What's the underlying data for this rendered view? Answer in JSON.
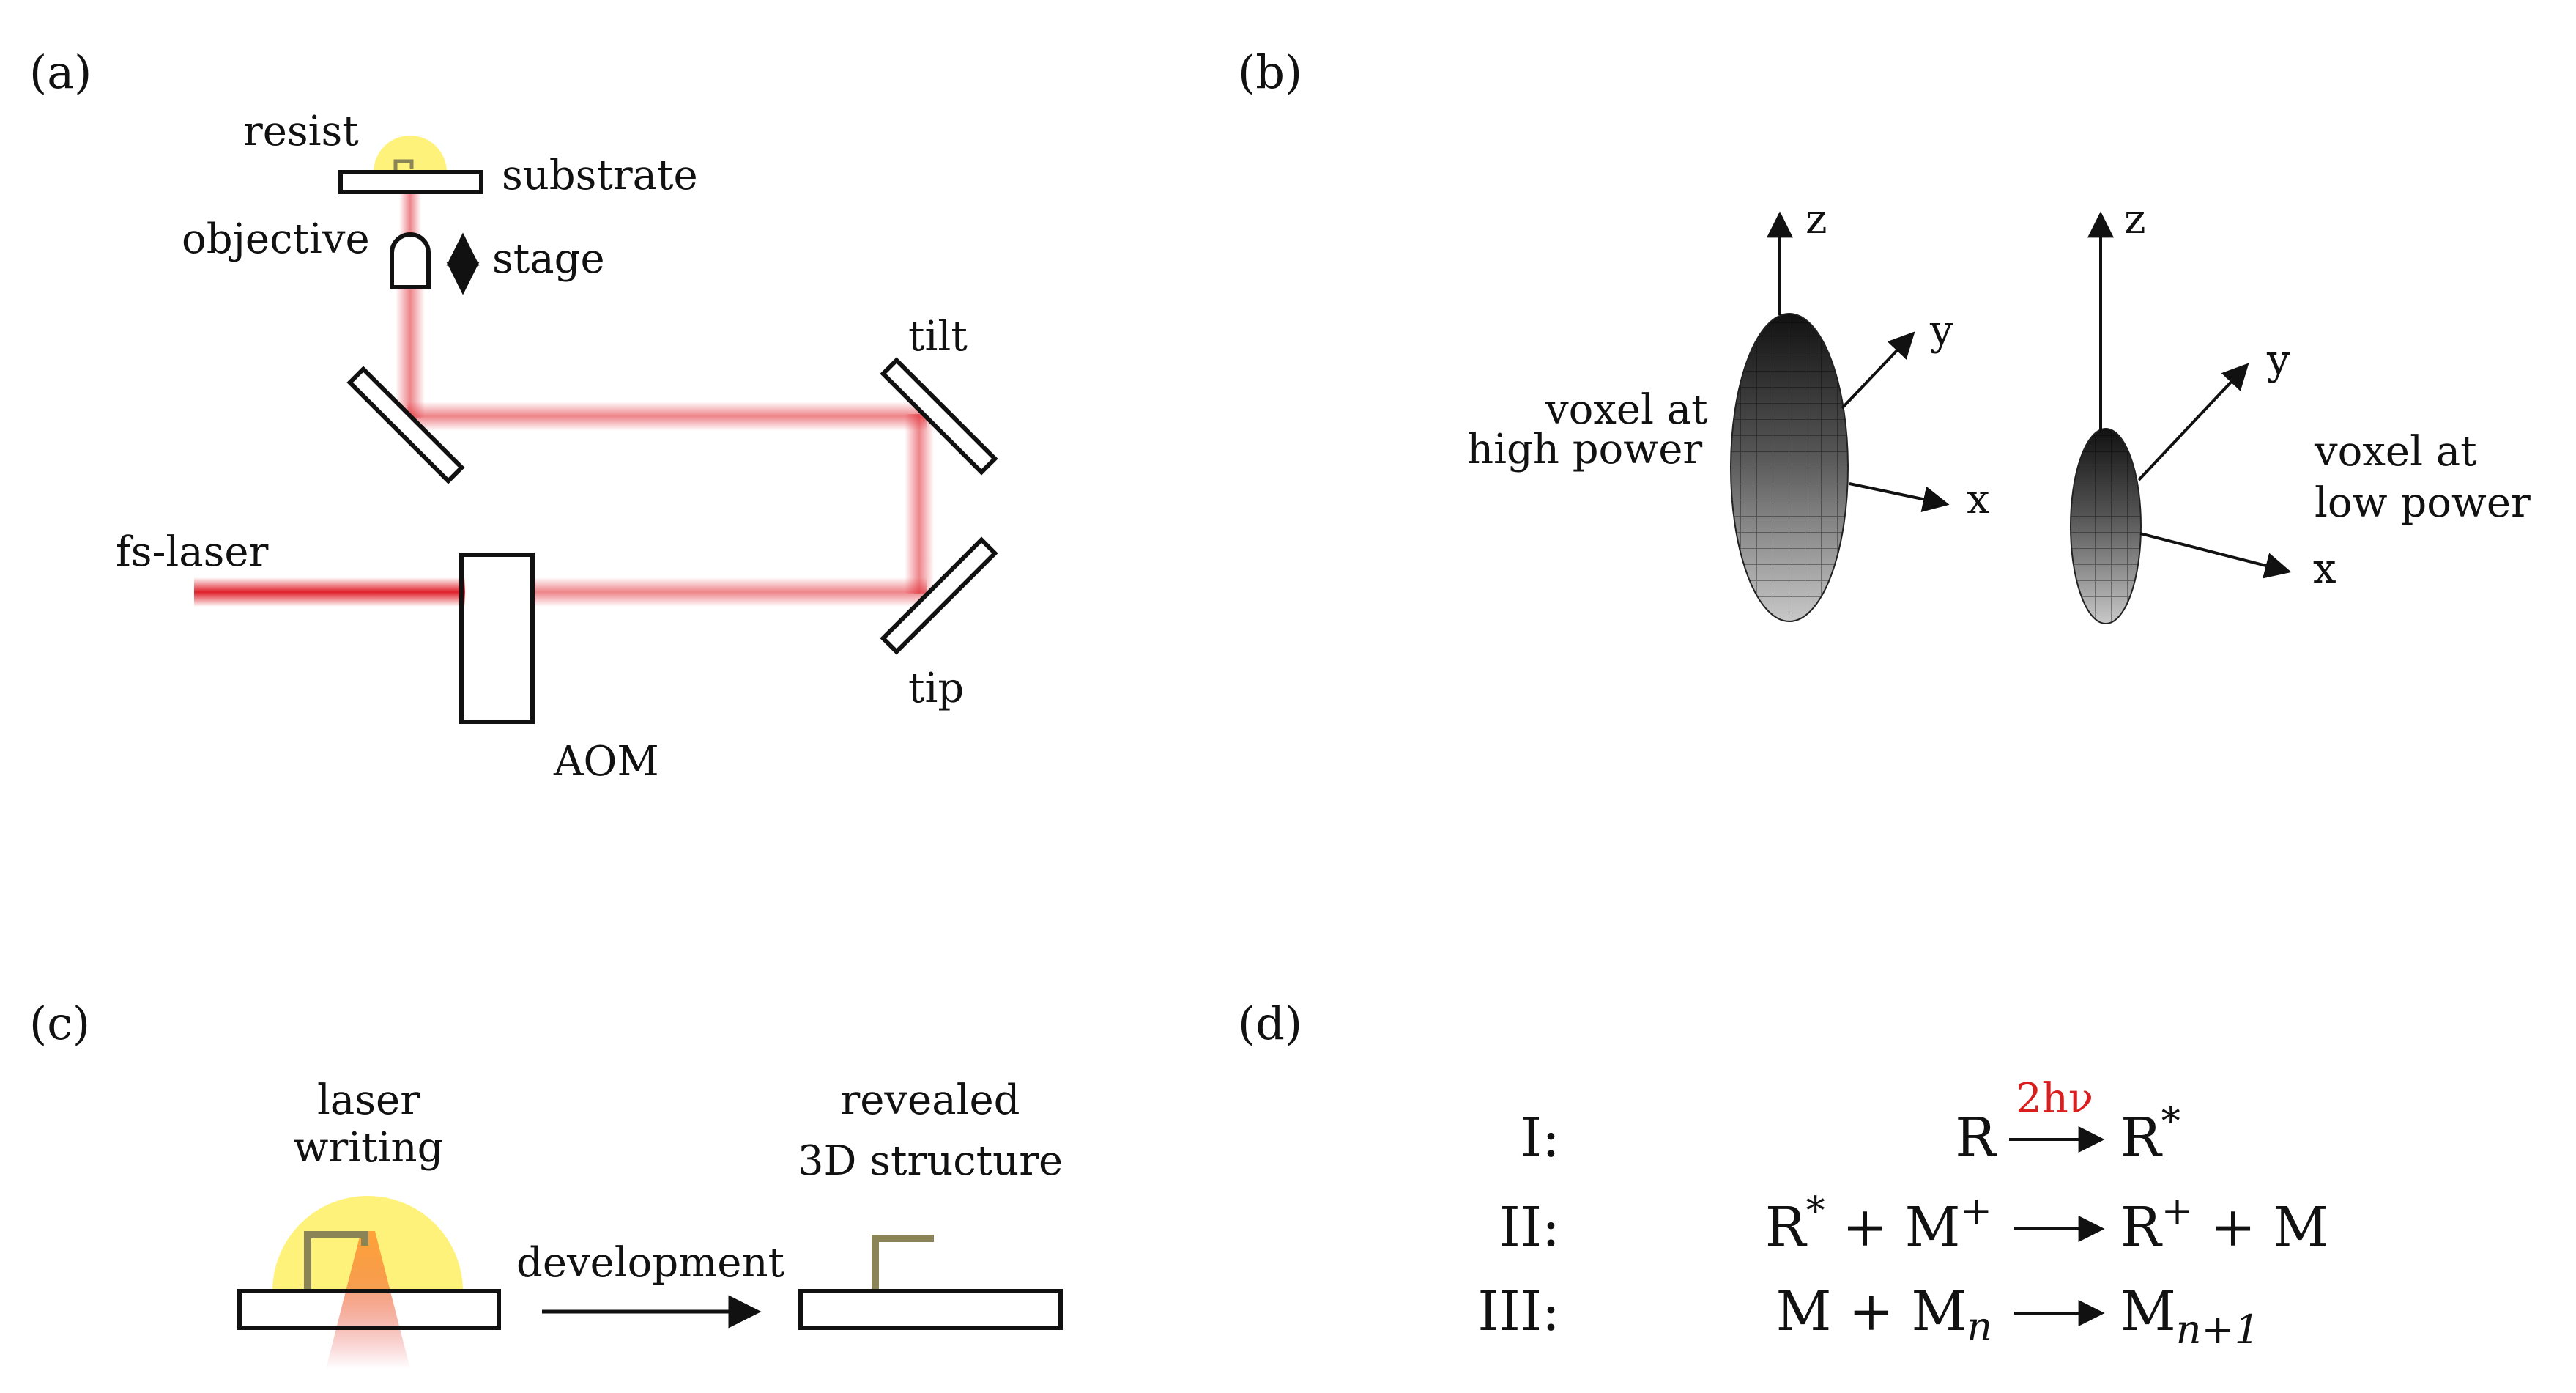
{
  "panels": {
    "a": {
      "tag": "(a)",
      "resist": "resist",
      "substrate": "substrate",
      "objective": "objective",
      "stage": "stage",
      "tilt": "tilt",
      "fs_laser": "fs-laser",
      "tip": "tip",
      "aom": "AOM"
    },
    "b": {
      "tag": "(b)",
      "high_line1": "voxel at",
      "high_line2": "high power",
      "low_line1": "voxel at",
      "low_line2": "low power",
      "axis_z": "z",
      "axis_y": "y",
      "axis_x": "x"
    },
    "c": {
      "tag": "(c)",
      "laser_line1": "laser",
      "laser_line2": "writing",
      "revealed_line1": "revealed",
      "revealed_line2": "3D structure",
      "development": "development"
    },
    "d": {
      "tag": "(d)",
      "roman": [
        "I:",
        "II:",
        "III:"
      ],
      "photon": "2hν",
      "r1_lhs": "R",
      "r1_rhs": "R",
      "star": "*",
      "plus": "+",
      "r2_lhs_a": "R",
      "r2_lhs_join": " + M",
      "r2_rhs_a": "R",
      "r2_rhs_join": " + M",
      "r3_lhs": "M + M",
      "n": "n",
      "r3_rhs": "M",
      "n_plus_1": "n+1"
    }
  },
  "colors": {
    "laser": "#e0202a",
    "resist_glow": "#fff27a",
    "structure": "#8a8456",
    "photon_text": "#d81e1e"
  }
}
